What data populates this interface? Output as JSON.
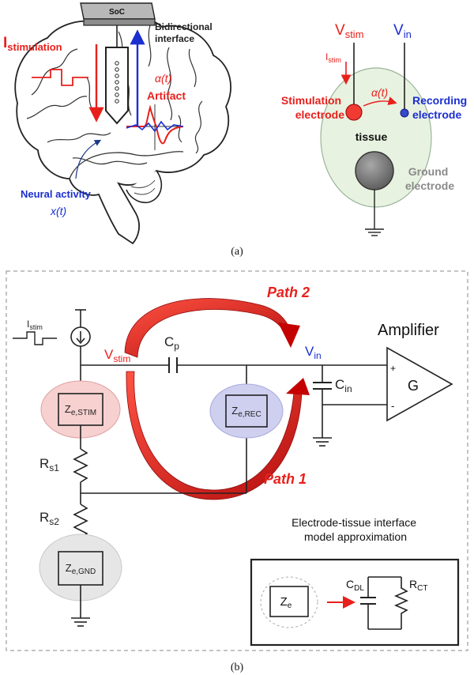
{
  "panel_a": {
    "soc_label": "SoC",
    "bidirectional": [
      "Bidirectional",
      "interface"
    ],
    "i_stimulation": "I",
    "i_stimulation_sub": "stimulation",
    "alpha_t": "α(t)",
    "artifact": "Artifact",
    "neural_activity": "Neural activity",
    "x_t": "x(t)",
    "v_stim": "V",
    "v_stim_sub": "stim",
    "v_in": "V",
    "v_in_sub": "in",
    "i_stim": "I",
    "i_stim_sub": "stim",
    "alpha_t_right": "α(t)",
    "stimulation_electrode": [
      "Stimulation",
      "electrode"
    ],
    "recording_electrode": [
      "Recording",
      "electrode"
    ],
    "tissue": "tissue",
    "ground_electrode": [
      "Ground",
      "electrode"
    ],
    "caption": "(a)"
  },
  "panel_b": {
    "path2": "Path 2",
    "path1": "Path 1",
    "amplifier": "Amplifier",
    "gain": "G",
    "plus": "+",
    "minus": "-",
    "i_stim": "I",
    "i_stim_sub": "stim",
    "v_stim": "V",
    "v_stim_sub": "stim",
    "c_p": "C",
    "c_p_sub": "p",
    "v_in": "V",
    "v_in_sub": "in",
    "c_in": "C",
    "c_in_sub": "in",
    "ze_stim": "Z",
    "ze_stim_sub": "e,STIM",
    "ze_rec": "Z",
    "ze_rec_sub": "e,REC",
    "rs1": "R",
    "rs1_sub": "s1",
    "rs2": "R",
    "rs2_sub": "s2",
    "ze_gnd": "Z",
    "ze_gnd_sub": "e,GND",
    "inset_title": [
      "Electrode-tissue interface",
      "model approximation"
    ],
    "inset_ze": "Z",
    "inset_ze_sub": "e",
    "c_dl": "C",
    "c_dl_sub": "DL",
    "r_ct": "R",
    "r_ct_sub": "CT",
    "caption": "(b)"
  },
  "colors": {
    "red": "#e8201c",
    "blue": "#1b2fd0",
    "dark_red": "#c40000",
    "stim_ellipse": "#f7d0d0",
    "rec_ellipse": "#cfd0f0",
    "gnd_ellipse": "#e6e6e6",
    "tissue": "#e8f2e0"
  }
}
